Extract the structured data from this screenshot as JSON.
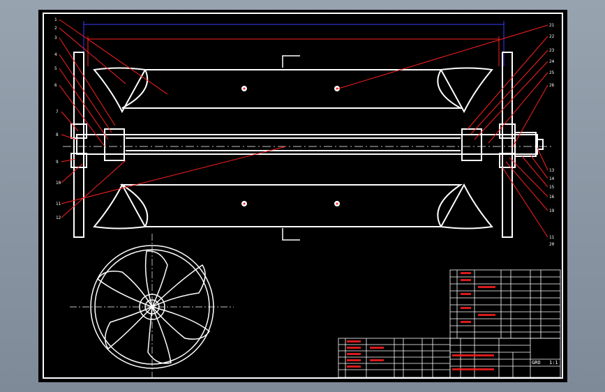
{
  "drawing": {
    "background": "#000000",
    "frame_color": "#ffffff",
    "dim_color": "#3a3aff",
    "leader_color": "#ff2020",
    "part_numbers_left": [
      "1",
      "2",
      "3",
      "4",
      "5",
      "6",
      "7",
      "8",
      "9",
      "10",
      "11",
      "12"
    ],
    "part_numbers_right": [
      "21",
      "22",
      "23",
      "24",
      "25",
      "26",
      "13",
      "14",
      "15",
      "16",
      "19",
      "11",
      "20"
    ],
    "title_block": {
      "scale_text": "1:1",
      "label": "GRO"
    }
  }
}
